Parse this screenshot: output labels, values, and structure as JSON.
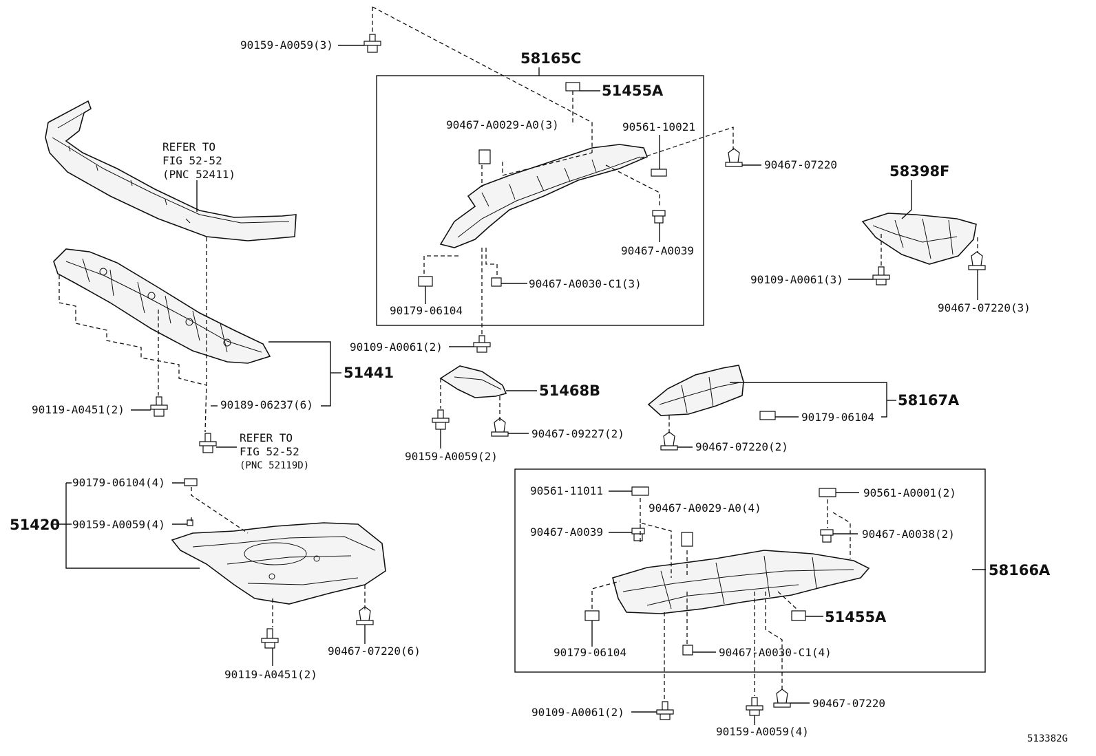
{
  "diagram_id": "513382G",
  "callouts": {
    "c1": "90159-A0059(3)",
    "c2": "58165C",
    "c3": "51455A",
    "c4": "90467-A0029-A0(3)",
    "c5": "90561-10021",
    "c6": "90467-07220",
    "c7": "58398F",
    "c8": "90467-A0039",
    "c9": "90467-A0030-C1(3)",
    "c10": "90179-06104",
    "c11": "90109-A0061(3)",
    "c12": "90467-07220(3)",
    "c13": "90109-A0061(2)",
    "c14": "51441",
    "c15": "90119-A0451(2)",
    "c16": "90189-06237(6)",
    "c17": "51468B",
    "c18": "58167A",
    "c19": "90179-06104",
    "c20": "90467-09227(2)",
    "c21": "90159-A0059(2)",
    "c22": "90467-07220(2)",
    "c23": "90179-06104(4)",
    "c24": "51420",
    "c25": "90159-A0059(4)",
    "c26": "90561-11011",
    "c27": "90467-A0029-A0(4)",
    "c28": "90561-A0001(2)",
    "c29": "90467-A0039",
    "c30": "90467-A0038(2)",
    "c31": "58166A",
    "c32": "51455A",
    "c33": "90179-06104",
    "c34": "90467-A0030-C1(4)",
    "c35": "90467-07220(6)",
    "c36": "90119-A0451(2)",
    "c37": "90109-A0061(2)",
    "c38": "90467-07220",
    "c39": "90159-A0059(4)"
  },
  "refer_notes": {
    "r1_line1": "REFER TO",
    "r1_line2": "FIG 52-52",
    "r1_line3": "(PNC 52411)",
    "r2_line1": "REFER TO",
    "r2_line2": "FIG 52-52",
    "r2_line3": "(PNC 52119D)"
  }
}
